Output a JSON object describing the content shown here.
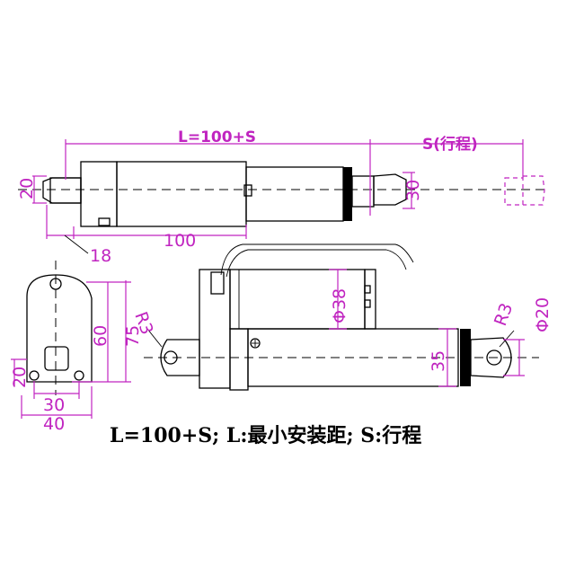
{
  "top_view": {
    "length_label": "L=100+S",
    "stroke_label": "S(行程)",
    "dia_left": "20",
    "dia_right": "30",
    "dim_18": "18",
    "dim_100": "100"
  },
  "end_view": {
    "dim_60": "60",
    "dim_75": "75",
    "dim_20": "20",
    "dim_30": "30",
    "dim_40": "40"
  },
  "side_view": {
    "radius_left": "R3",
    "radius_right": "R3",
    "motor_dia": "Φ38",
    "tube_dia": "35",
    "eye_dia": "Φ20"
  },
  "caption": "L=100+S; L:最小安装距; S:行程",
  "colors": {
    "dimension": "#c024c0",
    "outline": "#000000"
  }
}
